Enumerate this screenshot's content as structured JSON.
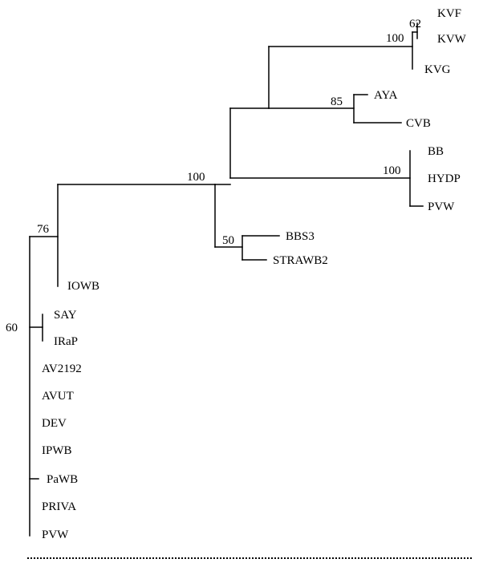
{
  "tree": {
    "leaves": {
      "kvf": "KVF",
      "kvw": "KVW",
      "kvg": "KVG",
      "aya": "AYA",
      "cvb": "CVB",
      "bb": "BB",
      "hydp": "HYDP",
      "pvw_top": "PVW",
      "bbs3": "BBS3",
      "strawb2": "STRAWB2",
      "iowb": "IOWB",
      "say": "SAY",
      "irap": "IRaP",
      "av2192": "AV2192",
      "avut": "AVUT",
      "dev": "DEV",
      "ipwb": "IPWB",
      "pawb": "PaWB",
      "priva": "PRIVA",
      "pvw_bottom": "PVW"
    },
    "bootstrap": {
      "n62": "62",
      "n100_kv": "100",
      "n85": "85",
      "n100_bb": "100",
      "n100_main": "100",
      "n50": "50",
      "n76": "76",
      "n60": "60"
    }
  }
}
